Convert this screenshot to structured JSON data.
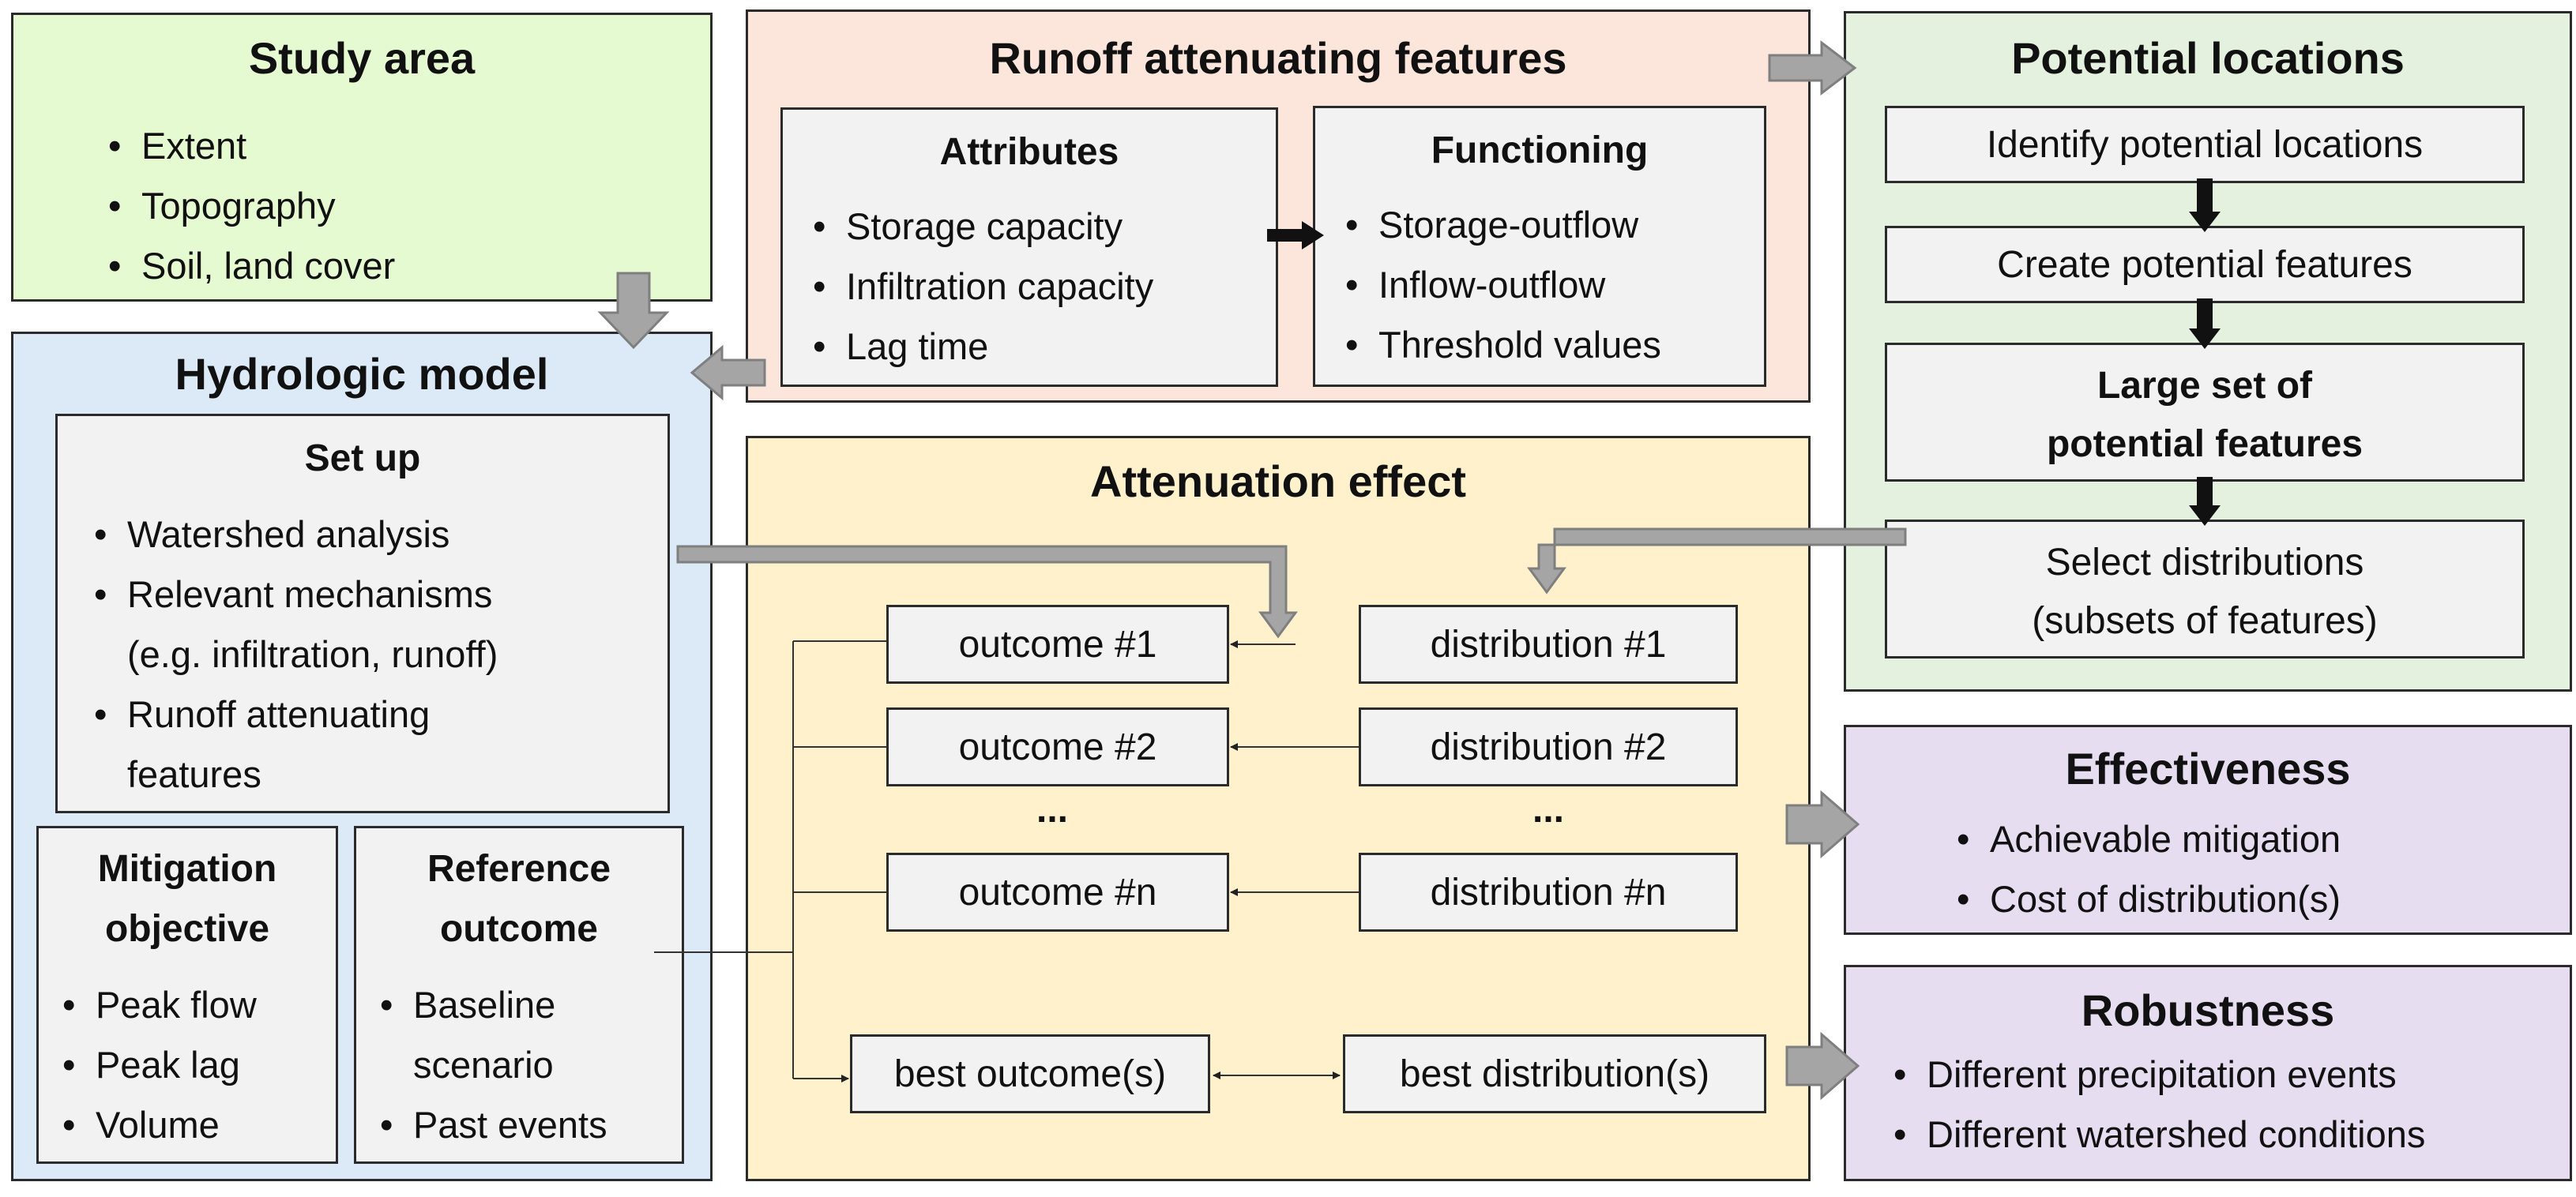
{
  "study_area": {
    "title": "Study area",
    "items": [
      "Extent",
      "Topography",
      "Soil, land cover"
    ]
  },
  "runoff_features": {
    "title": "Runoff attenuating features",
    "attributes": {
      "title": "Attributes",
      "items": [
        "Storage capacity",
        "Infiltration capacity",
        "Lag time"
      ]
    },
    "functioning": {
      "title": "Functioning",
      "items": [
        "Storage-outflow",
        "Inflow-outflow",
        "Threshold values"
      ]
    }
  },
  "potential_locations": {
    "title": "Potential locations",
    "step1": "Identify potential locations",
    "step2": "Create potential features",
    "step3_line1": "Large set of",
    "step3_line2": "potential features",
    "step4_line1": "Select distributions",
    "step4_line2": "(subsets of features)"
  },
  "hydrologic_model": {
    "title": "Hydrologic model",
    "setup": {
      "title": "Set up",
      "items": [
        "Watershed analysis",
        "Relevant mechanisms",
        "(e.g. infiltration, runoff)",
        "Runoff attenuating",
        "features"
      ]
    },
    "mitigation": {
      "title_line1": "Mitigation",
      "title_line2": "objective",
      "items": [
        "Peak flow",
        "Peak lag",
        "Volume"
      ]
    },
    "reference": {
      "title_line1": "Reference",
      "title_line2": "outcome",
      "items": [
        "Baseline",
        "scenario",
        "Past events"
      ]
    }
  },
  "attenuation_effect": {
    "title": "Attenuation effect",
    "outcome_1": "outcome  #1",
    "outcome_2": "outcome  #2",
    "outcome_n": "outcome  #n",
    "distribution_1": "distribution  #1",
    "distribution_2": "distribution  #2",
    "distribution_n": "distribution  #n",
    "ellipsis": "...",
    "best_outcome": "best outcome(s)",
    "best_distribution": "best distribution(s)"
  },
  "effectiveness": {
    "title": "Effectiveness",
    "items": [
      "Achievable mitigation",
      "Cost of distribution(s)"
    ]
  },
  "robustness": {
    "title": "Robustness",
    "items": [
      "Different precipitation events",
      "Different watershed conditions"
    ]
  },
  "colors": {
    "study_area_bg": "#e6fad2",
    "runoff_bg": "#fce6dc",
    "potential_bg": "#e3f1de",
    "hydrologic_bg": "#dceaf7",
    "attenuation_bg": "#fef1cc",
    "eval_bg": "#e7ddf0",
    "inner_box_bg": "#f2f2f2",
    "arrow_gray": "#a5a5a5"
  }
}
